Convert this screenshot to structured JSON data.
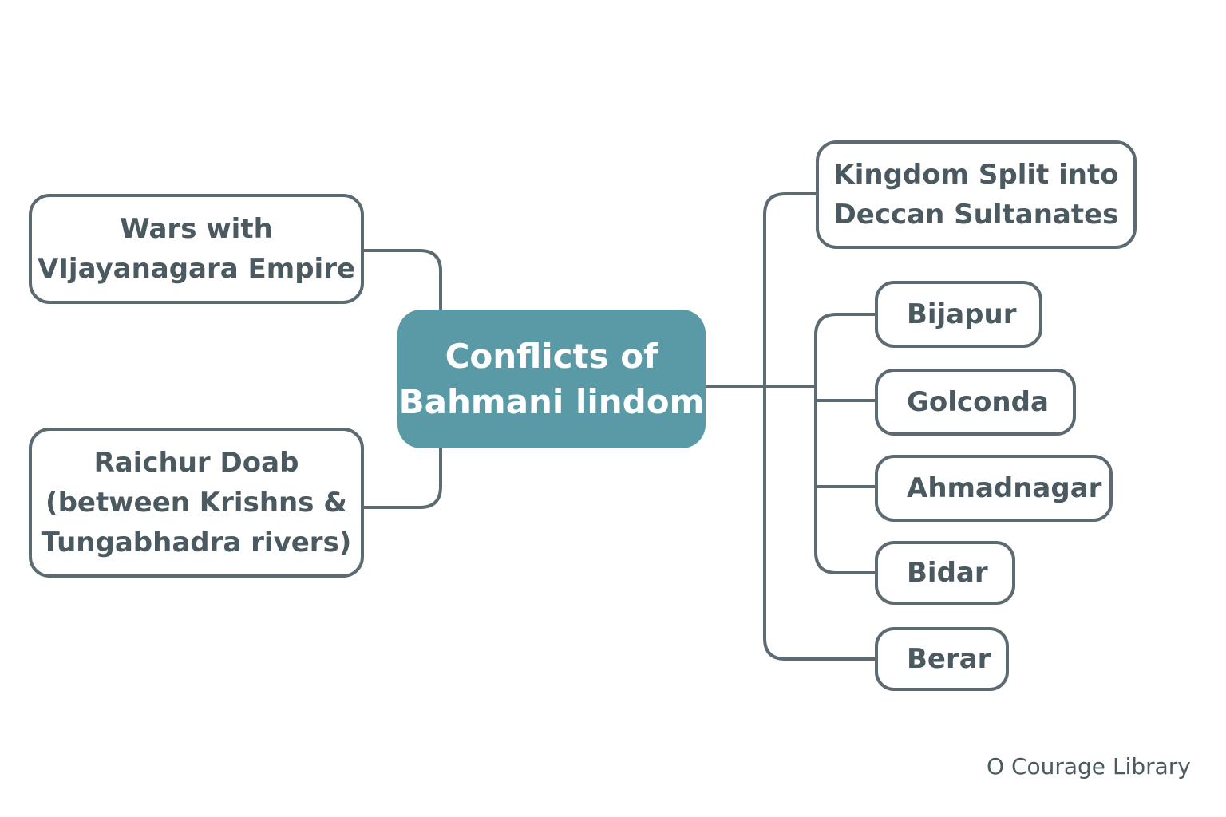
{
  "center": {
    "line1": "Conflicts of",
    "line2": "Bahmani lindom"
  },
  "left": {
    "wars": {
      "line1": "Wars with",
      "line2": "VIjayanagara Empire"
    },
    "raichur": {
      "line1": "Raichur Doab",
      "line2": "(between Krishns &",
      "line3": "Tungabhadra rivers)"
    }
  },
  "right": {
    "split": {
      "line1": "Kingdom Split into",
      "line2": "Deccan Sultanates"
    },
    "sultanates": [
      "Bijapur",
      "Golconda",
      "Ahmadnagar",
      "Bidar",
      "Berar"
    ]
  },
  "footer": {
    "credit": "O Courage Library"
  },
  "colors": {
    "center_fill": "#5a9aa6",
    "node_border": "#5d6a71",
    "text": "#4b5960"
  }
}
